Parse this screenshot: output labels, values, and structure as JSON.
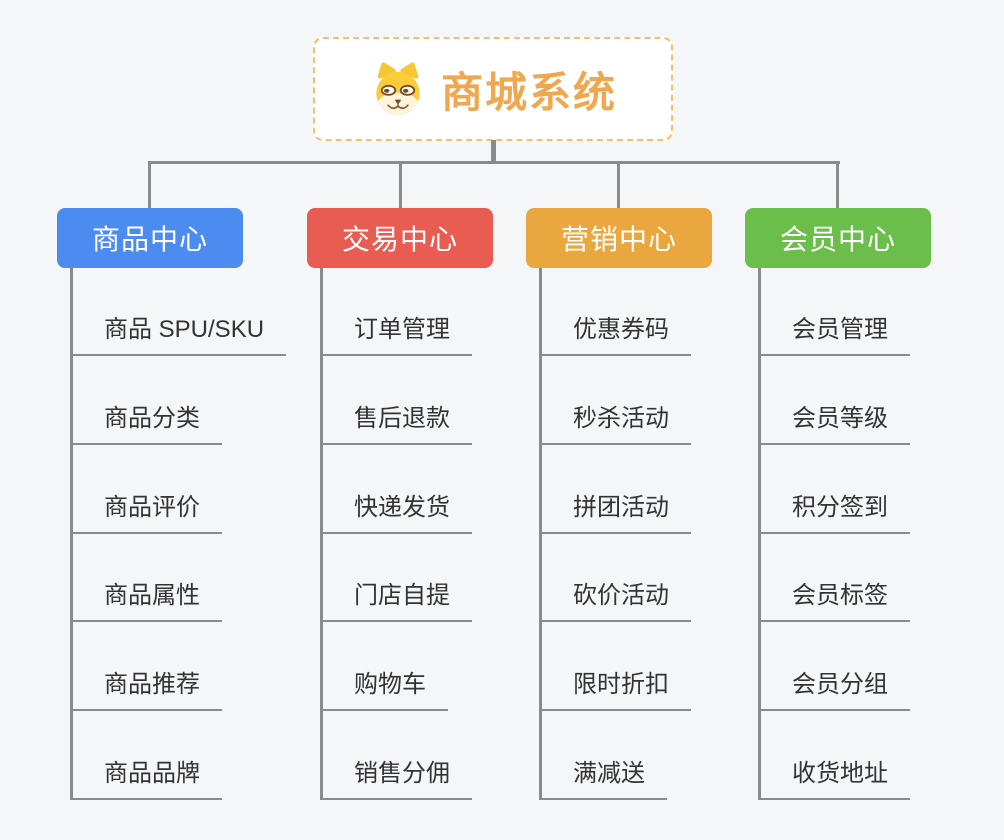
{
  "page": {
    "background": "#F5F6F7"
  },
  "root": {
    "title": "商城系统",
    "icon": "dog-face-icon",
    "accent_color": "#F0A850",
    "border_color": "#F5BE6B"
  },
  "connector_color": "#8A8A8A",
  "leaf_text_color": "#333333",
  "branches": [
    {
      "label": "商品中心",
      "color": "#4C8CF0",
      "items": [
        "商品 SPU/SKU",
        "商品分类",
        "商品评价",
        "商品属性",
        "商品推荐",
        "商品品牌"
      ]
    },
    {
      "label": "交易中心",
      "color": "#E95C51",
      "items": [
        "订单管理",
        "售后退款",
        "快递发货",
        "门店自提",
        "购物车",
        "销售分佣"
      ]
    },
    {
      "label": "营销中心",
      "color": "#EAA73F",
      "items": [
        "优惠券码",
        "秒杀活动",
        "拼团活动",
        "砍价活动",
        "限时折扣",
        "满减送"
      ]
    },
    {
      "label": "会员中心",
      "color": "#6CBE4B",
      "items": [
        "会员管理",
        "会员等级",
        "积分签到",
        "会员标签",
        "会员分组",
        "收货地址"
      ]
    }
  ]
}
